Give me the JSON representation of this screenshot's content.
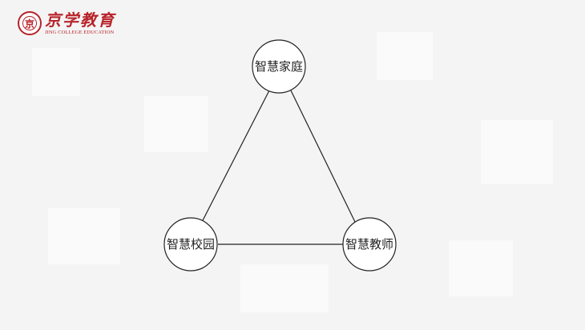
{
  "brand": {
    "seal_glyph": "京",
    "name_cn": "京学教育",
    "name_en": "JING COLLEGE EDUCATION"
  },
  "diagram": {
    "nodes": [
      {
        "id": "family",
        "label": "智慧家庭"
      },
      {
        "id": "campus",
        "label": "智慧校园"
      },
      {
        "id": "teacher",
        "label": "智慧教师"
      }
    ],
    "edges": [
      {
        "from": "family",
        "to": "campus"
      },
      {
        "from": "family",
        "to": "teacher"
      },
      {
        "from": "campus",
        "to": "teacher"
      }
    ]
  }
}
